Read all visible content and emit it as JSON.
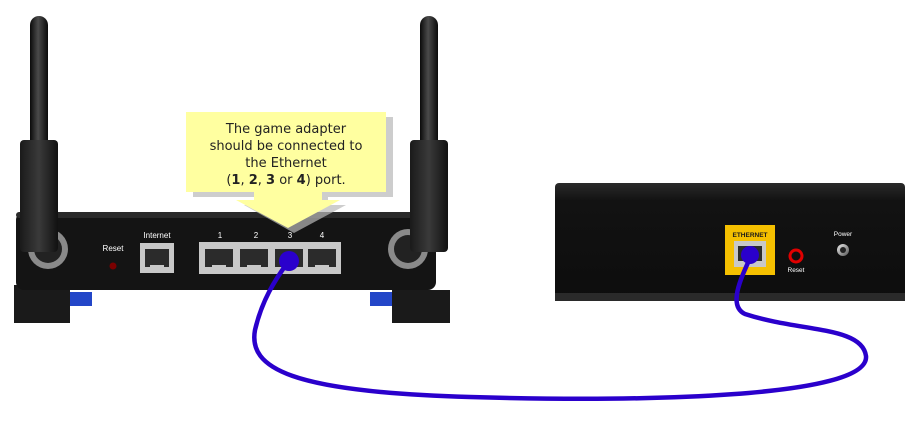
{
  "router": {
    "reset_label": "Reset",
    "internet_label": "Internet",
    "port_labels": [
      "1",
      "2",
      "3",
      "4"
    ]
  },
  "callout": {
    "line1": "The game adapter",
    "line2": "should be connected to",
    "line3": "the Ethernet",
    "line4_parts": [
      "(",
      "1",
      ", ",
      "2",
      ", ",
      "3",
      " or ",
      "4",
      ") port."
    ]
  },
  "adapter": {
    "ethernet_label": "ETHERNET",
    "reset_label": "Reset",
    "power_label": "Power"
  },
  "colors": {
    "cable": "#2a00cc",
    "callout_fill": "#ffffa0",
    "ethernet_highlight": "#f5c000",
    "device_body": "#151515",
    "reset_ring": "#e00000"
  }
}
